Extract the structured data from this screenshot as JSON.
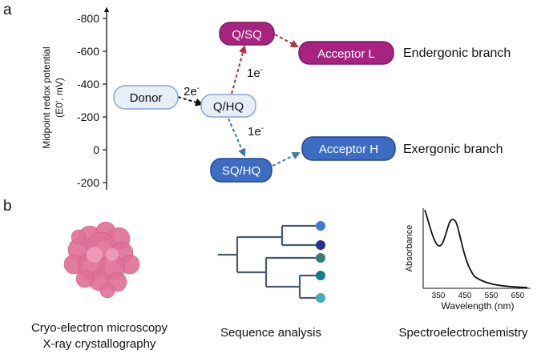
{
  "panel_a": {
    "label": "a",
    "axis": {
      "title_line1": "Midpoint redox potential",
      "title_line2": "(E0', mV)",
      "ticks": [
        {
          "label": "-800",
          "value": -800
        },
        {
          "label": "-600",
          "value": -600
        },
        {
          "label": "-400",
          "value": -400
        },
        {
          "label": "-200",
          "value": -200
        },
        {
          "label": "0",
          "value": 0
        },
        {
          "label": "-200",
          "value": 200
        }
      ]
    },
    "nodes": {
      "donor": "Donor",
      "qhq": "Q/HQ",
      "qsq": "Q/SQ",
      "sqhq": "SQ/HQ",
      "acceptor_l": "Acceptor L",
      "acceptor_h": "Acceptor H"
    },
    "arrow_labels": {
      "two_e": "2e",
      "two_e_sup": "-",
      "one_e_up": "1e",
      "one_e_up_sup": "-",
      "one_e_down": "1e",
      "one_e_down_sup": "-"
    },
    "branches": {
      "endergonic": "Endergonic branch",
      "exergonic": "Exergonic branch"
    },
    "colors": {
      "magenta": "#a8237f",
      "blue": "#3c6cc4",
      "pale_blue": "#e6eef9",
      "red_arrow": "#b5303a",
      "blue_arrow": "#3f78a8"
    }
  },
  "panel_b": {
    "label": "b",
    "methods": {
      "cryo_line1": "Cryo-electron microscopy",
      "cryo_line2": "X-ray crystallography",
      "sequence": "Sequence analysis",
      "spectro": "Spectroelectrochemistry"
    },
    "spectrum": {
      "ylabel": "Absorbance",
      "xlabel": "Wavelength (nm)",
      "xticks": [
        "350",
        "450",
        "550",
        "650"
      ]
    },
    "tree_colors": [
      "#3b7bd0",
      "#27308f",
      "#3a7a78",
      "#117c8a",
      "#46aab8"
    ]
  }
}
